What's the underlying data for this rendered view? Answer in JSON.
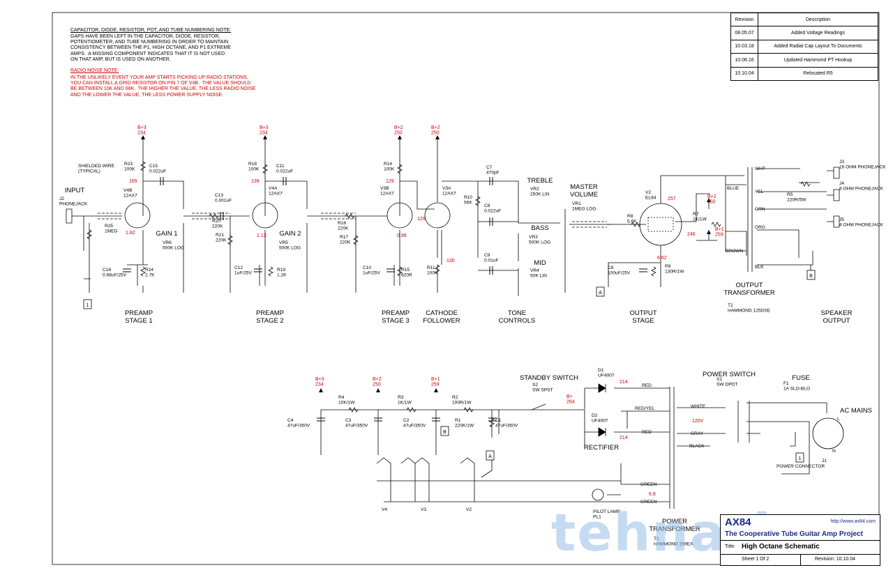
{
  "notes": {
    "numbering_title": "CAPACITOR, DIODE, RESISTOR, POT, AND TUBE NUMBERING NOTE:",
    "numbering_body": "GAPS HAVE BEEN LEFT IN THE CAPACITOR, DIODE, RESISTOR,\nPOTENTIOMETER, AND TUBE NUMBERING IN ORDER TO MAINTAIN\nCONSISTENCY BETWEEN THE P1, HIGH OCTANE, AND P1 EXTREME\nAMPS.  A MISSING COMPONENT INDICATES THAT IT IS NOT USED\nON THAT AMP, BUT IS USED ON ANOTHER.",
    "radio_title": "RADIO NOISE NOTE:",
    "radio_body": "IN THE UNLIKELY EVENT YOUR AMP STARTS PICKING UP RADIO STATIONS,\nYOU CAN INSTALL A GRID RESISTOR ON PIN 7 OF V4B.  THE VALUE SHOULD\nBE BETWEEN 10K AND 68K.  THE HIGHER THE VALUE, THE LESS RADIO NOISE\nAND THE LOWER THE VALUE, THE LESS POWER SUPPLY NOISE."
  },
  "revisions": {
    "header_revision": "Revision",
    "header_description": "Description",
    "rows": [
      {
        "date": "08.05.07",
        "desc": "Added Voltage Readings"
      },
      {
        "date": "10.03.18",
        "desc": "Added Radial Cap Layout To Documents"
      },
      {
        "date": "10.06.16",
        "desc": "Updated Hammond PT Hookup"
      },
      {
        "date": "10.10.04",
        "desc": "Relocated R5"
      }
    ]
  },
  "sections": {
    "input": "INPUT",
    "preamp1": "PREAMP\nSTAGE 1",
    "preamp2": "PREAMP\nSTAGE 2",
    "preamp3": "PREAMP\nSTAGE 3",
    "cathode": "CATHODE\nFOLLOWER",
    "tone": "TONE\nCONTROLS",
    "output_stage": "OUTPUT\nSTAGE",
    "output_transformer": "OUTPUT\nTRANSFORMER",
    "speaker_output": "SPEAKER\nOUTPUT",
    "standby": "STANDBY SWITCH",
    "power_switch": "POWER SWITCH",
    "fuse": "FUSE",
    "ac_mains": "AC MAINS",
    "rectifier": "RECTIFIER",
    "power_transformer": "POWER\nTRANSFORMER",
    "gain1": "GAIN 1",
    "gain2": "GAIN 2",
    "treble": "TREBLE",
    "bass": "BASS",
    "mid": "MID",
    "master": "MASTER\nVOLUME"
  },
  "labels": [
    {
      "t": "J2\nPHONEJACK"
    },
    {
      "t": "SHIELDED WIRE\n(TYPICAL)"
    },
    {
      "t": "R25\n1MEG"
    },
    {
      "t": "R23\n100K"
    },
    {
      "t": "C15\n0.022uF"
    },
    {
      "t": "V4B\n12AX7"
    },
    {
      "t": "VR6\n500K LOG"
    },
    {
      "t": "C16\n0.68uF/25V"
    },
    {
      "t": "R24\n2.7K"
    },
    {
      "t": "R18\n100K"
    },
    {
      "t": "C11\n0.022uF"
    },
    {
      "t": "C13\n0.001uF"
    },
    {
      "t": "V4A\n12AX7"
    },
    {
      "t": "R20\n220K"
    },
    {
      "t": "R21\n220K"
    },
    {
      "t": "VR5\n500K LOG"
    },
    {
      "t": "C12\n1uF/25V"
    },
    {
      "t": "R19\n1.2K"
    },
    {
      "t": "R14\n100K"
    },
    {
      "t": "V3B\n12AX7"
    },
    {
      "t": "R16\n220K"
    },
    {
      "t": "R17\n220K"
    },
    {
      "t": "C10\n1uF/25V"
    },
    {
      "t": "R15\n820R"
    },
    {
      "t": "V3A\n12AX7"
    },
    {
      "t": "R11\n100K"
    },
    {
      "t": "C7\n470pF"
    },
    {
      "t": "R10\n56K"
    },
    {
      "t": "C8\n0.022uF"
    },
    {
      "t": "C9\n0.01uF"
    },
    {
      "t": "VR2\n250K LIN"
    },
    {
      "t": "VR3\n500K LOG"
    },
    {
      "t": "VR4\n50K LIN"
    },
    {
      "t": "VR1\n1MEG LOG"
    },
    {
      "t": "V2\nEL84"
    },
    {
      "t": "R8\n5.6K"
    },
    {
      "t": "R7\n1K/1W"
    },
    {
      "t": "C6\n100uF/25V"
    },
    {
      "t": "R9\n130R/1W"
    },
    {
      "t": "T2\nHAMMOND 125DSE"
    },
    {
      "t": "R5\n220R/5W"
    },
    {
      "t": "J3\n16 OHM  PHONEJACK"
    },
    {
      "t": "J4\n8 OHM  PHONEJACK"
    },
    {
      "t": "J5\n4 OHM  PHONEJACK"
    },
    {
      "t": "C4\n47uF/350V"
    },
    {
      "t": "R4\n10K/1W"
    },
    {
      "t": "C3\n47uF/350V"
    },
    {
      "t": "R3\n1K/1W"
    },
    {
      "t": "C2\n47uF/350V"
    },
    {
      "t": "R2\n100R/1W"
    },
    {
      "t": "R1\n220K/1W"
    },
    {
      "t": "C1\n47uF/350V"
    },
    {
      "t": "S2\nSW SPST"
    },
    {
      "t": "D1\nUF4007"
    },
    {
      "t": "D2\nUF4007"
    },
    {
      "t": "S1\nSW DPDT"
    },
    {
      "t": "F1\n1A SLO-BLO"
    },
    {
      "t": "J1"
    },
    {
      "t": "POWER CONNECTOR"
    },
    {
      "t": "PILOT LAMP\nPL1"
    },
    {
      "t": "T1\nHAMMOND 269EX"
    },
    {
      "t": "WHT"
    },
    {
      "t": "YEL"
    },
    {
      "t": "GRN"
    },
    {
      "t": "ORG"
    },
    {
      "t": "BLK"
    },
    {
      "t": "BLUE"
    },
    {
      "t": "BROWN"
    },
    {
      "t": "RED"
    },
    {
      "t": "RED/YEL"
    },
    {
      "t": "RED"
    },
    {
      "t": "WHITE"
    },
    {
      "t": "GRAY"
    },
    {
      "t": "BLACK"
    },
    {
      "t": "GREEN"
    },
    {
      "t": "GREEN"
    },
    {
      "t": "V4"
    },
    {
      "t": "V3"
    },
    {
      "t": "V2"
    },
    {
      "t": "L"
    },
    {
      "t": "N"
    }
  ],
  "voltages": [
    {
      "t": "B+3\n234"
    },
    {
      "t": "165"
    },
    {
      "t": "1.82"
    },
    {
      "t": "B+3\n234"
    },
    {
      "t": "139"
    },
    {
      "t": "1.13"
    },
    {
      "t": "B+2\n250"
    },
    {
      "t": "129"
    },
    {
      "t": "0.98"
    },
    {
      "t": "B+2\n250"
    },
    {
      "t": "129"
    },
    {
      "t": "130"
    },
    {
      "t": "257"
    },
    {
      "t": "B+2\n250"
    },
    {
      "t": "B+1\n259"
    },
    {
      "t": "246"
    },
    {
      "t": "6.62"
    },
    {
      "t": "B+3\n234"
    },
    {
      "t": "B+2\n250"
    },
    {
      "t": "B+1\n259"
    },
    {
      "t": "B+\n264"
    },
    {
      "t": "214"
    },
    {
      "t": "214"
    },
    {
      "t": "120V"
    },
    {
      "t": "6.8"
    }
  ],
  "connectors": [
    "1",
    "A",
    "B",
    "B",
    "A",
    "1"
  ],
  "title_block": {
    "brand": "AX84",
    "url": "http://www.ax84.com",
    "subtitle": "The Cooperative Tube Guitar Amp Project",
    "title_label": "Title:",
    "title": "High Octane Schematic",
    "sheet": "Sheet 1 Of 2",
    "revision": "Revision:  10.10.04"
  },
  "watermark": "tehnari.ru",
  "colors": {
    "voltage": "#d00000",
    "ink": "#000000",
    "watermark": "#96bee6"
  }
}
